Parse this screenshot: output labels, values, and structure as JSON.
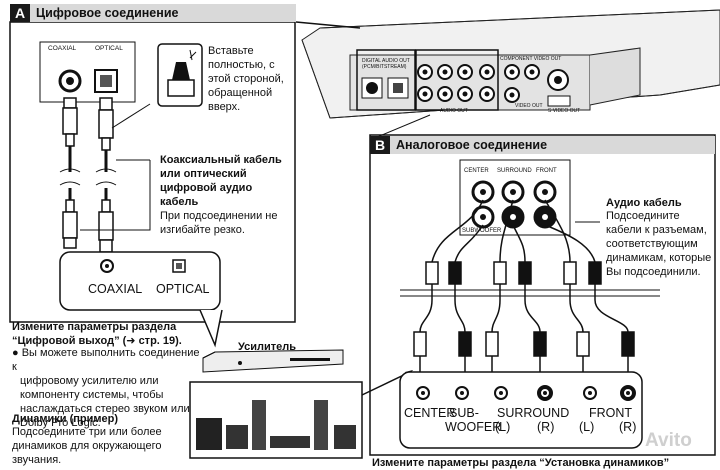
{
  "sectionA": {
    "badge": "A",
    "title": "Цифровое соединение",
    "panel_coaxial": "COAXIAL",
    "panel_optical": "OPTICAL",
    "insert_note": [
      "Вставьте",
      "полностью, с",
      "этой стороной,",
      "обращенной",
      "вверх."
    ],
    "cable_title": [
      "Коаксиальный кабель",
      "или оптический",
      "цифровой аудио",
      "кабель"
    ],
    "cable_note": [
      "При подсоединении не",
      "изгибайте резко."
    ],
    "amp_coaxial": "COAXIAL",
    "amp_optical": "OPTICAL"
  },
  "bottom_left": {
    "change_title": [
      "Измените параметры раздела",
      "“Цифровой выход” (➜ стр. 19)."
    ],
    "bullet_text": [
      "Вы можете выполнить соединение к",
      "цифровому усилителю или",
      "компоненту системы, чтобы",
      "наслаждаться стерео звуком или",
      "Dolby Pro Logic."
    ],
    "speakers_title": "Динамики (пример)",
    "speakers_text": [
      "Подсоедините три или более",
      "динамиков для окружающего",
      "звучания."
    ],
    "amplifier_label": "Усилитель"
  },
  "sectionB": {
    "badge": "B",
    "title": "Аналоговое соединение",
    "panel_center": "CENTER",
    "panel_surround": "SURROUND",
    "panel_front": "FRONT",
    "panel_subwoofer": "SUBWOOFER",
    "audio_cable_title": "Аудио кабель",
    "audio_cable_text": [
      "Подсоедините",
      "кабели к разъемам,",
      "соответствующим",
      "динамикам, которые",
      "Вы подсоединили."
    ],
    "jack_labels": [
      "CENTER",
      "SUB-",
      "WOOFER",
      "SURROUND",
      "(L)",
      "(R)",
      "FRONT",
      "(L)",
      "(R)"
    ],
    "bottom_note": "Измените параметры раздела “Установка динамиков”"
  },
  "device_labels": {
    "digital_audio_out": "DIGITAL AUDIO OUT",
    "pcm_bitstream": "(PCM/BITSTREAM)",
    "component_video": "COMPONENT VIDEO OUT",
    "audio_out": "AUDIO OUT",
    "video_out": "VIDEO OUT",
    "s_video_out": "S VIDEO OUT"
  },
  "watermark": "Avito"
}
